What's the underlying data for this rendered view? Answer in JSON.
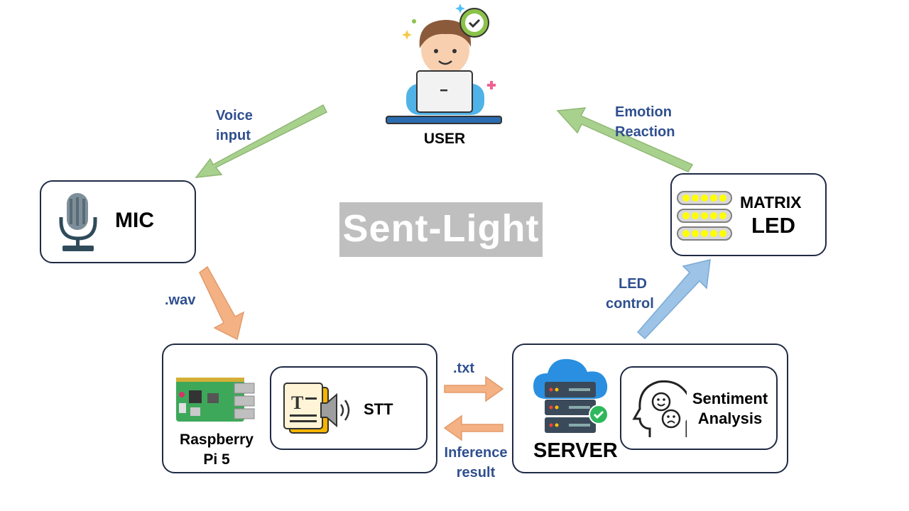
{
  "title": "Sent-Light",
  "nodes": {
    "user": "USER",
    "mic": "MIC",
    "matrix_led": {
      "line1": "MATRIX",
      "line2": "LED"
    },
    "raspberry_pi": {
      "line1": "Raspberry",
      "line2": "Pi 5"
    },
    "stt": "STT",
    "server": "SERVER",
    "sentiment": {
      "line1": "Sentiment",
      "line2": "Analysis"
    }
  },
  "edges": {
    "voice_input": {
      "line1": "Voice",
      "line2": "input"
    },
    "wav": ".wav",
    "txt": ".txt",
    "inference_result": {
      "line1": "Inference",
      "line2": "result"
    },
    "led_control": {
      "line1": "LED",
      "line2": "control"
    },
    "emotion_reaction": {
      "line1": "Emotion",
      "line2": "Reaction"
    }
  },
  "colors": {
    "box_border": "#1f2a44",
    "label_text": "#2f4f8f",
    "arrow_green": "#a9d18e",
    "arrow_orange": "#f4b183",
    "arrow_blue": "#9dc3e6",
    "title_bg": "#bfbfbf"
  },
  "icons": [
    "user-laptop-icon",
    "microphone-icon",
    "led-matrix-icon",
    "raspberry-pi-board-icon",
    "text-to-speech-icon",
    "cloud-server-icon",
    "sentiment-head-icon"
  ]
}
